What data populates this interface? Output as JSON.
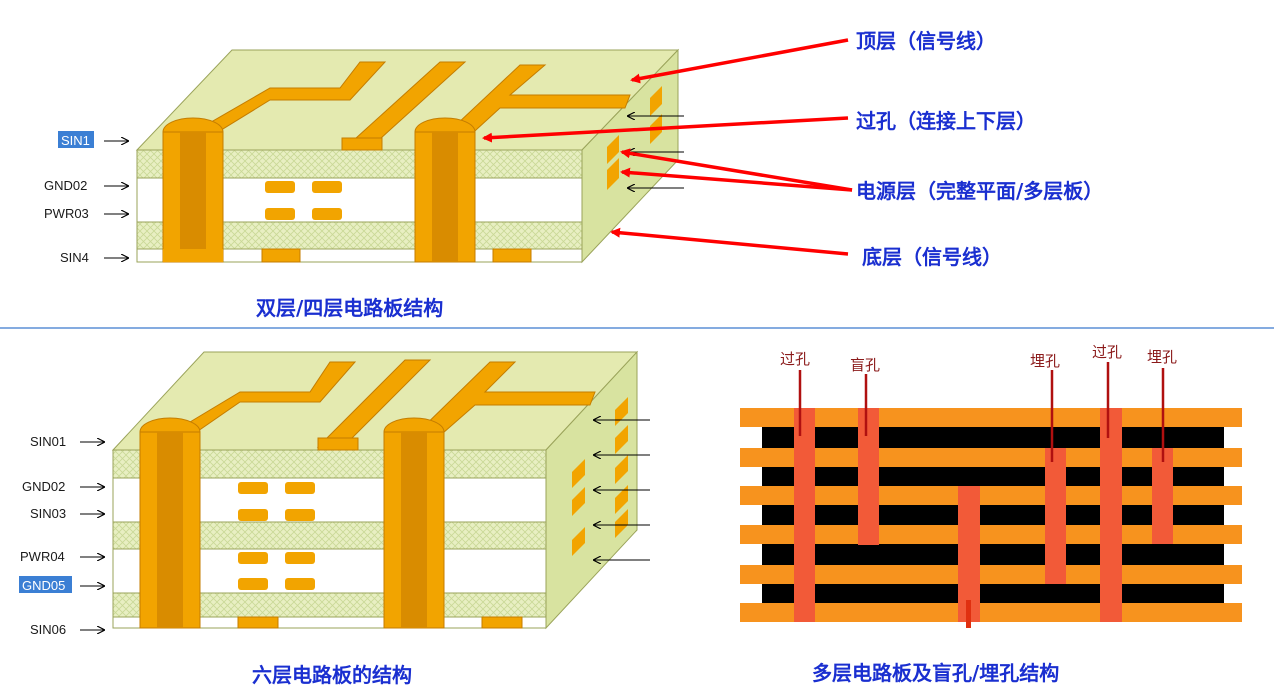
{
  "callouts": {
    "top_layer": "顶层（信号线）",
    "via": "过孔（连接上下层）",
    "power_layer": "电源层（完整平面/多层板）",
    "bottom_layer": "底层（信号线）"
  },
  "captions": {
    "four_layer": "双层/四层电路板结构",
    "six_layer": "六层电路板的结构",
    "multilayer": "多层电路板及盲孔/埋孔结构"
  },
  "four_layer_labels": [
    "SIN1",
    "GND02",
    "PWR03",
    "SIN4"
  ],
  "six_layer_labels": [
    "SIN01",
    "GND02",
    "SIN03",
    "PWR04",
    "GND05",
    "SIN06"
  ],
  "highlighted_labels": [
    "SIN1",
    "GND05"
  ],
  "via_labels": [
    "过孔",
    "盲孔",
    "埋孔",
    "过孔",
    "埋孔"
  ],
  "colors": {
    "board_top": "#e4eab0",
    "board_side": "#d8e3a0",
    "copper": "#f2a400",
    "copper_dark": "#d98c00",
    "arrow_red": "#ff0000",
    "text_blue": "#1a2fd0",
    "divider": "#5b8fd6",
    "highlight": "#3b7fd4",
    "stack_orange": "#f7931e",
    "stack_black": "#000000",
    "via_red": "#f25a38"
  }
}
